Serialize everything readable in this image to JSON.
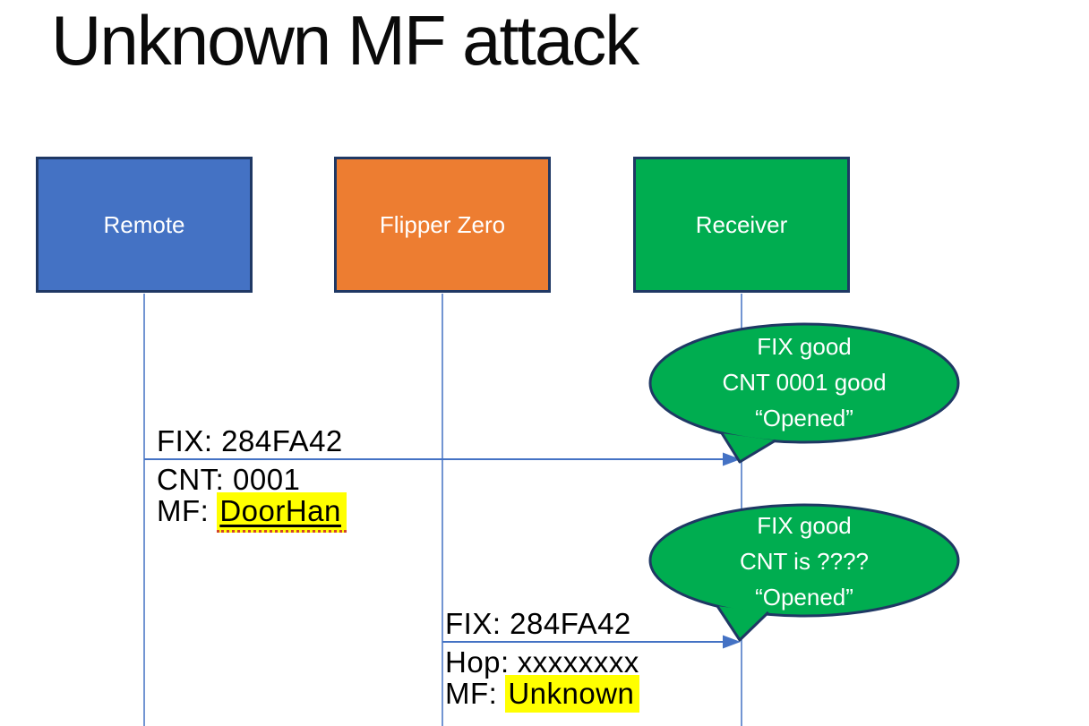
{
  "title": "Unknown MF attack",
  "actors": [
    {
      "label": "Remote",
      "fill": "#4472C4"
    },
    {
      "label": "Flipper Zero",
      "fill": "#ED7D31"
    },
    {
      "label": "Receiver",
      "fill": "#00AD50"
    }
  ],
  "messages": [
    {
      "from": "Remote",
      "to": "Receiver",
      "fix": "FIX: 284FA42",
      "cnt": "CNT: 0001",
      "mf_label": "MF:",
      "mf_value": "DoorHan"
    },
    {
      "from": "Flipper Zero",
      "to": "Receiver",
      "fix": "FIX: 284FA42",
      "hop_label": "Hop:",
      "hop_value": "xxxxxxxx",
      "mf_label": "MF:",
      "mf_value": "Unknown"
    }
  ],
  "callouts": [
    {
      "line1": "FIX good",
      "line2": "CNT 0001 good",
      "line3": "“Opened”"
    },
    {
      "line1": "FIX good",
      "line2": "CNT is ????",
      "line3": "“Opened”"
    }
  ],
  "colors": {
    "remote_fill": "#4472C4",
    "flipper_fill": "#ED7D31",
    "receiver_fill": "#00AD50",
    "callout_fill": "#00AD50",
    "outline": "#1F3864",
    "connector": "#4472C4",
    "highlight": "#FFFF00",
    "spellcheck_squiggle": "#D2452B",
    "body_text": "#000000",
    "actor_text": "#FFFFFF",
    "background": "#FFFFFF"
  }
}
